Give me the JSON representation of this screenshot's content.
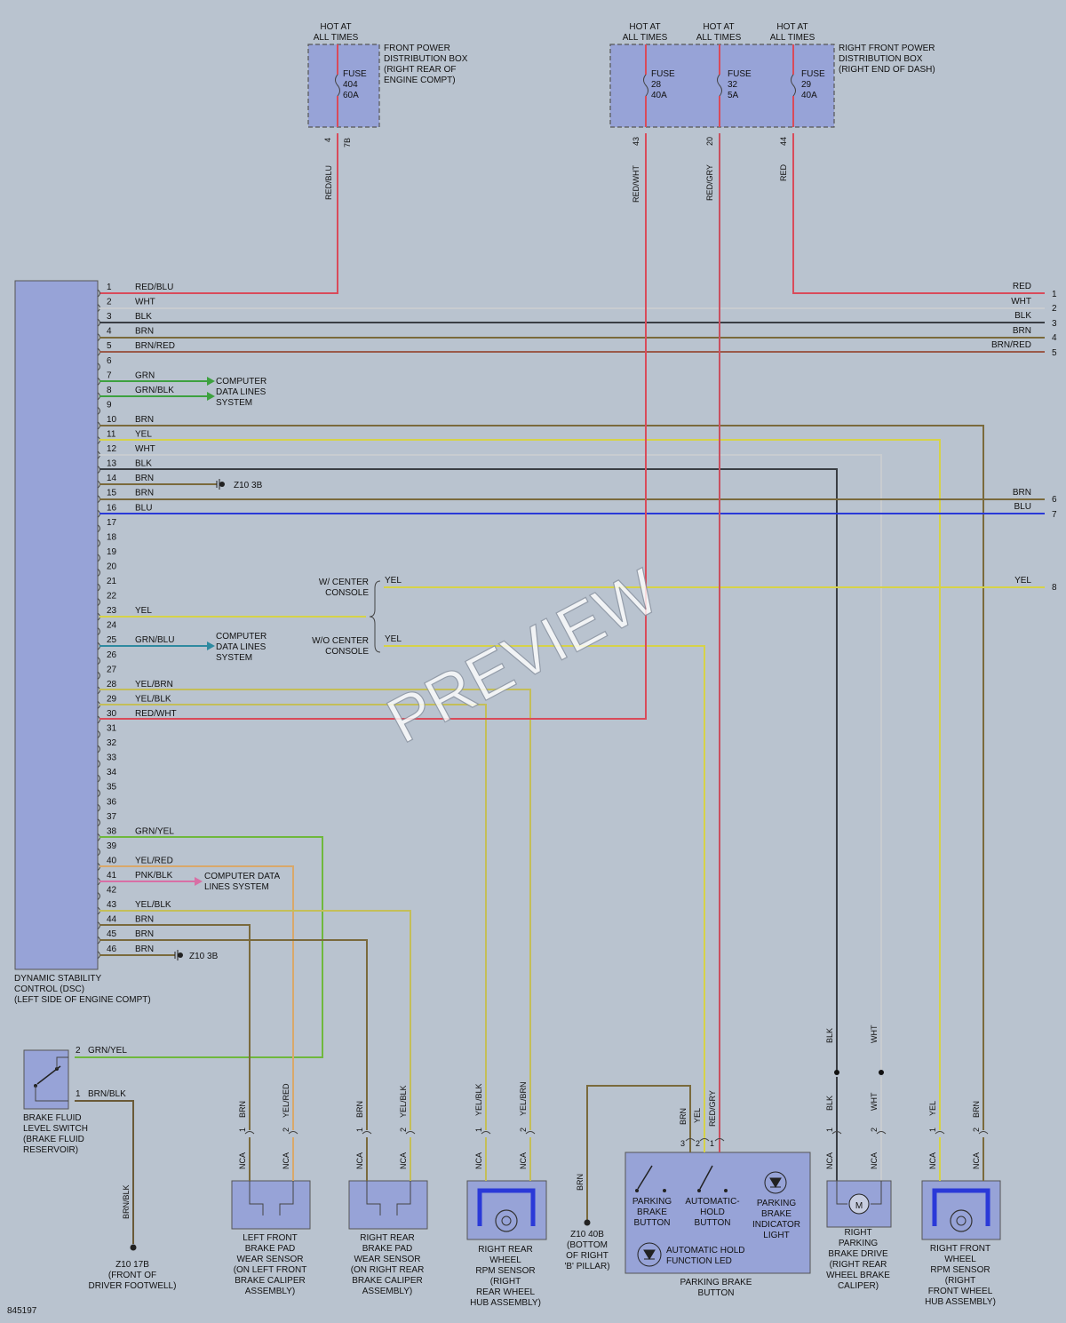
{
  "colors": {
    "RED": "#d94b5a",
    "WHT": "#c8ccd0",
    "BLK": "#3a3e44",
    "BRN": "#7a6a3c",
    "GRN": "#3da13f",
    "BLU": "#2a39d8",
    "YEL": "#d6d248",
    "TEAL": "#2e8aa0",
    "PNK": "#d86fa5",
    "GRNYEL": "#6fb83d",
    "YELRED": "#d9a86a",
    "YELBRN": "#c4be58",
    "BRNRED": "#9a5a4a",
    "BRNBLK": "#6a5a38",
    "REDGRY": "#c85060"
  },
  "hot_labels": [
    "HOT AT",
    "ALL TIMES"
  ],
  "front_box": {
    "label": [
      "FRONT POWER",
      "DISTRIBUTION BOX",
      "(RIGHT REAR OF",
      "ENGINE COMPT)"
    ],
    "fuse": [
      "FUSE",
      "404",
      "60A"
    ],
    "pins": [
      "4",
      "7B"
    ],
    "wire": "RED/BLU"
  },
  "right_box": {
    "label": [
      "RIGHT FRONT POWER",
      "DISTRIBUTION BOX",
      "(RIGHT END OF DASH)"
    ],
    "fuses": [
      {
        "lines": [
          "FUSE",
          "28",
          "40A"
        ],
        "pin": "43",
        "wire": "RED/WHT"
      },
      {
        "lines": [
          "FUSE",
          "32",
          "5A"
        ],
        "pin": "20",
        "wire": "RED/GRY"
      },
      {
        "lines": [
          "FUSE",
          "29",
          "40A"
        ],
        "pin": "44",
        "wire": "RED"
      }
    ]
  },
  "dsc": {
    "label": [
      "DYNAMIC STABILITY",
      "CONTROL (DSC)",
      "(LEFT SIDE OF ENGINE COMPT)"
    ],
    "pins": [
      {
        "n": "1",
        "w": "RED/BLU",
        "c": "RED"
      },
      {
        "n": "2",
        "w": "WHT",
        "c": "WHT"
      },
      {
        "n": "3",
        "w": "BLK",
        "c": "BLK"
      },
      {
        "n": "4",
        "w": "BRN",
        "c": "BRN"
      },
      {
        "n": "5",
        "w": "BRN/RED",
        "c": "BRNRED"
      },
      {
        "n": "6"
      },
      {
        "n": "7",
        "w": "GRN",
        "c": "GRN"
      },
      {
        "n": "8",
        "w": "GRN/BLK",
        "c": "GRN"
      },
      {
        "n": "9"
      },
      {
        "n": "10",
        "w": "BRN",
        "c": "BRN"
      },
      {
        "n": "11",
        "w": "YEL",
        "c": "YEL"
      },
      {
        "n": "12",
        "w": "WHT",
        "c": "WHT"
      },
      {
        "n": "13",
        "w": "BLK",
        "c": "BLK"
      },
      {
        "n": "14",
        "w": "BRN",
        "c": "BRN"
      },
      {
        "n": "15",
        "w": "BRN",
        "c": "BRN"
      },
      {
        "n": "16",
        "w": "BLU",
        "c": "BLU"
      },
      {
        "n": "17"
      },
      {
        "n": "18"
      },
      {
        "n": "19"
      },
      {
        "n": "20"
      },
      {
        "n": "21"
      },
      {
        "n": "22"
      },
      {
        "n": "23",
        "w": "YEL",
        "c": "YEL"
      },
      {
        "n": "24"
      },
      {
        "n": "25",
        "w": "GRN/BLU",
        "c": "TEAL"
      },
      {
        "n": "26"
      },
      {
        "n": "27"
      },
      {
        "n": "28",
        "w": "YEL/BRN",
        "c": "YELBRN"
      },
      {
        "n": "29",
        "w": "YEL/BLK",
        "c": "YELBRN"
      },
      {
        "n": "30",
        "w": "RED/WHT",
        "c": "RED"
      },
      {
        "n": "31"
      },
      {
        "n": "32"
      },
      {
        "n": "33"
      },
      {
        "n": "34"
      },
      {
        "n": "35"
      },
      {
        "n": "36"
      },
      {
        "n": "37"
      },
      {
        "n": "38",
        "w": "GRN/YEL",
        "c": "GRNYEL"
      },
      {
        "n": "39"
      },
      {
        "n": "40",
        "w": "YEL/RED",
        "c": "YELRED"
      },
      {
        "n": "41",
        "w": "PNK/BLK",
        "c": "PNK"
      },
      {
        "n": "42"
      },
      {
        "n": "43",
        "w": "YEL/BLK",
        "c": "YELBRN"
      },
      {
        "n": "44",
        "w": "BRN",
        "c": "BRN"
      },
      {
        "n": "45",
        "w": "BRN",
        "c": "BRN"
      },
      {
        "n": "46",
        "w": "BRN",
        "c": "BRN"
      }
    ]
  },
  "computer_lines_1": [
    "COMPUTER",
    "DATA LINES",
    "SYSTEM"
  ],
  "computer_lines_2": [
    "COMPUTER",
    "DATA LINES",
    "SYSTEM"
  ],
  "computer_lines_3": [
    "COMPUTER DATA",
    "LINES SYSTEM"
  ],
  "ground_z10_3b": "Z10 3B",
  "console_with": [
    "W/ CENTER",
    "CONSOLE"
  ],
  "console_without": [
    "W/O CENTER",
    "CONSOLE"
  ],
  "console_wire": "YEL",
  "right_edge": [
    {
      "w": "RED",
      "n": "1"
    },
    {
      "w": "WHT",
      "n": "2"
    },
    {
      "w": "BLK",
      "n": "3"
    },
    {
      "w": "BRN",
      "n": "4"
    },
    {
      "w": "BRN/RED",
      "n": "5"
    },
    {
      "w": "BRN",
      "n": "6"
    },
    {
      "w": "BLU",
      "n": "7"
    },
    {
      "w": "YEL",
      "n": "8"
    }
  ],
  "brake_fluid": {
    "label": [
      "BRAKE FLUID",
      "LEVEL SWITCH",
      "(BRAKE FLUID",
      "RESERVOIR)"
    ],
    "pin2": "2",
    "wire2": "GRN/YEL",
    "pin1": "1",
    "wire1": "BRN/BLK",
    "vert_wire": "BRN/BLK",
    "ground": [
      "Z10 17B",
      "(FRONT OF",
      "DRIVER FOOTWELL)"
    ]
  },
  "components": {
    "lf_pad": {
      "label": [
        "LEFT FRONT",
        "BRAKE PAD",
        "WEAR SENSOR",
        "(ON LEFT FRONT",
        "BRAKE CALIPER",
        "ASSEMBLY)"
      ],
      "wires": [
        "BRN",
        "YEL/RED"
      ],
      "pins": [
        "1",
        "2"
      ]
    },
    "rr_pad": {
      "label": [
        "RIGHT REAR",
        "BRAKE PAD",
        "WEAR SENSOR",
        "(ON RIGHT REAR",
        "BRAKE CALIPER",
        "ASSEMBLY)"
      ],
      "wires": [
        "BRN",
        "YEL/BLK"
      ],
      "pins": [
        "1",
        "2"
      ]
    },
    "rr_rpm": {
      "label": [
        "RIGHT REAR",
        "WHEEL",
        "RPM SENSOR",
        "(RIGHT",
        "REAR WHEEL",
        "HUB ASSEMBLY)"
      ],
      "wires": [
        "YEL/BLK",
        "YEL/BRN"
      ],
      "pins": [
        "1",
        "2"
      ]
    },
    "pb_button": {
      "label": [
        "PARKING BRAKE",
        "BUTTON"
      ],
      "wires": [
        "BRN",
        "YEL",
        "RED/GRY"
      ],
      "pins": [
        "3",
        "2",
        "1"
      ],
      "parking_brake_button": [
        "PARKING",
        "BRAKE",
        "BUTTON"
      ],
      "auto_hold_button": [
        "AUTOMATIC-",
        "HOLD",
        "BUTTON"
      ],
      "indicator": [
        "PARKING",
        "BRAKE",
        "INDICATOR",
        "LIGHT"
      ],
      "led": [
        "AUTOMATIC HOLD",
        "FUNCTION LED"
      ]
    },
    "z10_40b": {
      "wire": "BRN",
      "label": [
        "Z10 40B",
        "(BOTTOM",
        "OF RIGHT",
        "'B' PILLAR)"
      ]
    },
    "pb_drive": {
      "label": [
        "RIGHT",
        "PARKING",
        "BRAKE DRIVE",
        "(RIGHT REAR",
        "WHEEL BRAKE",
        "CALIPER)"
      ],
      "wires": [
        "BLK",
        "WHT"
      ],
      "pins": [
        "1",
        "2"
      ],
      "motor": "M"
    },
    "rf_rpm": {
      "label": [
        "RIGHT FRONT",
        "WHEEL",
        "RPM SENSOR",
        "(RIGHT",
        "FRONT WHEEL",
        "HUB ASSEMBLY)"
      ],
      "wires": [
        "YEL",
        "BRN"
      ],
      "pins": [
        "1",
        "2"
      ]
    }
  },
  "nca": "NCA",
  "pin_blk_upper": "BLK",
  "pin_wht_upper": "WHT",
  "doc_id": "845197",
  "watermark": "PREVIEW"
}
